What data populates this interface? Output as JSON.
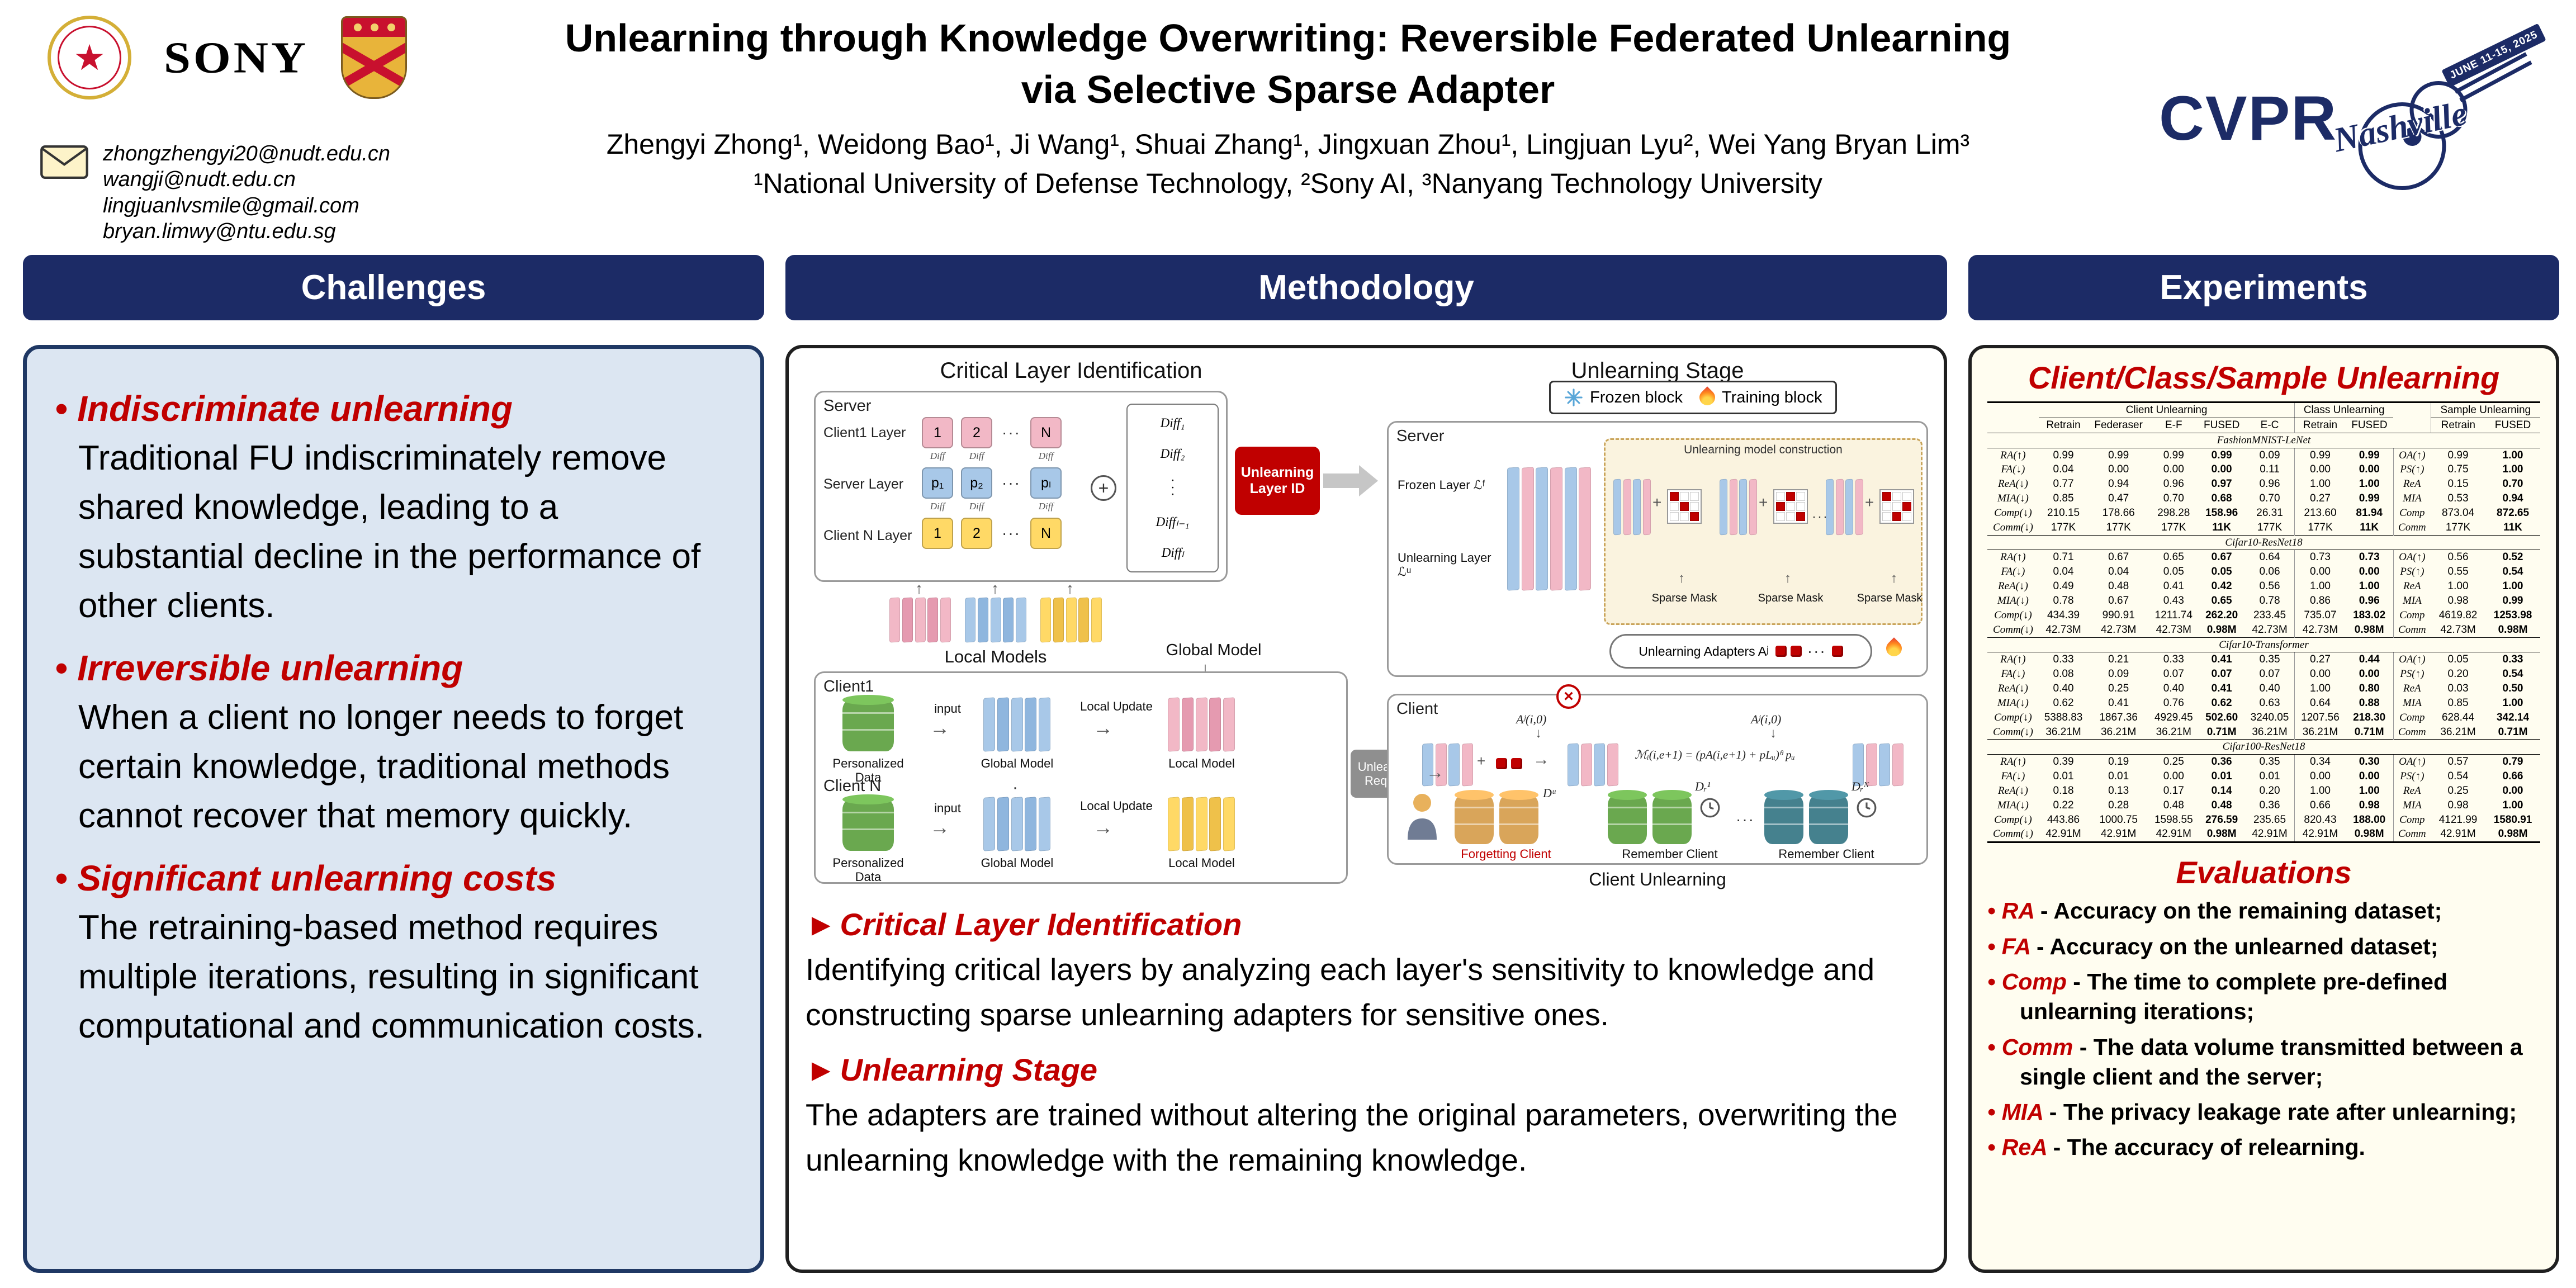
{
  "colors": {
    "navy": "#1c2b66",
    "accent_red": "#c00000",
    "challenges_bg": "#dce6f2",
    "challenges_border": "#1f3864",
    "experiments_bg": "#fffdf0",
    "pink": "#f2b8c6",
    "blue": "#a8c8e8",
    "yellow": "#ffd966",
    "green": "#6aa84f",
    "teal": "#45818e",
    "tan": "#d9a55a",
    "cream": "#faf3df"
  },
  "icons": {
    "star": "★",
    "envelope": "✉",
    "snowflake": "❄",
    "flame": "🔥",
    "clock": "🕓",
    "person": "👤",
    "plus": "+",
    "cross": "×",
    "arrow_right": "→",
    "arrow_down": "↓",
    "arrow_up": "↑",
    "hdots": "···",
    "vdots": "·\n·\n·"
  },
  "header": {
    "emails": [
      "zhongzhengyi20@nudt.edu.cn",
      "wangji@nudt.edu.cn",
      "lingjuanlvsmile@gmail.com",
      "bryan.limwy@ntu.edu.sg"
    ],
    "sony_logo": "SONY",
    "title_line1": "Unlearning through Knowledge Overwriting: Reversible Federated Unlearning",
    "title_line2": "via Selective Sparse Adapter",
    "authors": "Zhengyi Zhong¹, Weidong Bao¹, Ji Wang¹, Shuai Zhang¹, Jingxuan Zhou¹, Lingjuan Lyu², Wei Yang Bryan Lim³",
    "affiliations": "¹National University of Defense Technology,  ²Sony AI,  ³Nanyang Technology University",
    "cvpr": {
      "name": "CVPR",
      "city": "Nashville",
      "dates": "JUNE 11-15, 2025"
    }
  },
  "sections": {
    "challenges": {
      "title": "Challenges",
      "bullet": "•",
      "items": [
        {
          "term": "Indiscriminate unlearning",
          "body": "Traditional FU indiscriminately remove shared knowledge, leading to a substantial decline in the performance of other clients."
        },
        {
          "term": "Irreversible unlearning",
          "body": "When a client no longer needs to forget certain knowledge, traditional methods cannot recover that memory quickly."
        },
        {
          "term": "Significant unlearning costs",
          "body": "The retraining-based method requires multiple iterations, resulting in significant computational and communication costs."
        }
      ]
    },
    "methodology": {
      "title": "Methodology",
      "bullet": "►",
      "text_sections": [
        {
          "heading": "Critical Layer Identification",
          "body": "Identifying critical layers by analyzing each layer's sensitivity to knowledge and constructing sparse unlearning adapters for sensitive ones."
        },
        {
          "heading": "Unlearning Stage",
          "body": "The adapters are trained without altering the original parameters, overwriting the unlearning knowledge with the remaining knowledge."
        }
      ],
      "diagram": {
        "left_title": "Critical Layer Identification",
        "right_title": "Unlearning Stage",
        "server_label": "Server",
        "client_label": "Client",
        "client1_layer": "Client1 Layer",
        "server_layer": "Server Layer",
        "clientn_layer": "Client N Layer",
        "chip_rows": [
          {
            "palette": "pink",
            "labels": [
              "1",
              "2",
              "⋯",
              "N"
            ]
          },
          {
            "palette": "blue",
            "labels": [
              "p₁",
              "p₂",
              "⋯",
              "pₗ"
            ]
          },
          {
            "palette": "yellow",
            "labels": [
              "1",
              "2",
              "⋯",
              "N"
            ]
          }
        ],
        "diff_mark": "Diff",
        "diff_list": [
          "Diff₁",
          "Diff₂",
          "⋮",
          "Diffₗ₋₁",
          "Diffₗ"
        ],
        "unlearning_layer_id": "Unlearning Layer ID",
        "local_models": "Local Models",
        "global_model": "Global Model",
        "client1": "Client1",
        "client_n": "Client N",
        "personalized_data": "Personalized Data",
        "input": "input",
        "local_update": "Local Update",
        "local_model": "Local Model",
        "legend_frozen": "Frozen block",
        "legend_training": "Training block",
        "frozen_layer": "Frozen Layer ℒᶠ",
        "unlearning_layer": "Unlearning Layer ℒᵘ",
        "construction": "Unlearning model construction",
        "sparse_mask": "Sparse Mask",
        "mask_patterns": [
          [
            1,
            0,
            0,
            0,
            1,
            0,
            0,
            0,
            1
          ],
          [
            0,
            1,
            0,
            1,
            0,
            0,
            0,
            0,
            1
          ],
          [
            1,
            0,
            0,
            0,
            0,
            1,
            0,
            1,
            0
          ]
        ],
        "adapters": "Unlearning Adapters Aʲ",
        "adapter_tag": "Aʲ(i,0)",
        "equation": "ℳᵢ(i,e+1) = (pA(i,e+1) + pLᵤ)ᶿ pᵤ",
        "unlearning_request": "Unlearning Request",
        "forgetting_client": "Forgetting Client",
        "remember_client": "Remember Client",
        "d_u": "Dᵘ",
        "d_r1": "Dᵣ¹",
        "d_rn": "Dᵣᴺ",
        "caption": "Client Unlearning"
      }
    },
    "experiments": {
      "title": "Experiments",
      "subtitle": "Client/Class/Sample Unlearning",
      "table": {
        "groups_header": [
          "Client Unlearning",
          "Class Unlearning",
          "Sample Unlearning"
        ],
        "client_cols": [
          "Retrain",
          "Federaser",
          "E-F",
          "FUSED",
          "E-C"
        ],
        "class_cols": [
          "Retrain",
          "FUSED"
        ],
        "sample_cols": [
          "Retrain",
          "FUSED"
        ],
        "datasets": [
          {
            "name": "FashionMNIST-LeNet",
            "rows": [
              {
                "metric": "RA(↑)",
                "client": [
                  "0.99",
                  "0.99",
                  "0.99",
                  "0.99",
                  "0.09"
                ],
                "class": [
                  "0.99",
                  "0.99"
                ],
                "sample_metric": "OA(↑)",
                "sample": [
                  "0.99",
                  "1.00"
                ]
              },
              {
                "metric": "FA(↓)",
                "client": [
                  "0.04",
                  "0.00",
                  "0.00",
                  "0.00",
                  "0.11"
                ],
                "class": [
                  "0.00",
                  "0.00"
                ],
                "sample_metric": "PS(↑)",
                "sample": [
                  "0.75",
                  "1.00"
                ]
              },
              {
                "metric": "ReA(↓)",
                "client": [
                  "0.77",
                  "0.94",
                  "0.96",
                  "0.97",
                  "0.96"
                ],
                "class": [
                  "1.00",
                  "1.00"
                ],
                "sample_metric": "ReA",
                "sample": [
                  "0.15",
                  "0.70"
                ]
              },
              {
                "metric": "MIA(↓)",
                "client": [
                  "0.85",
                  "0.47",
                  "0.70",
                  "0.68",
                  "0.70"
                ],
                "class": [
                  "0.27",
                  "0.99"
                ],
                "sample_metric": "MIA",
                "sample": [
                  "0.53",
                  "0.94"
                ]
              },
              {
                "metric": "Comp(↓)",
                "client": [
                  "210.15",
                  "178.66",
                  "298.28",
                  "158.96",
                  "26.31"
                ],
                "class": [
                  "213.60",
                  "81.94"
                ],
                "sample_metric": "Comp",
                "sample": [
                  "873.04",
                  "872.65"
                ]
              },
              {
                "metric": "Comm(↓)",
                "client": [
                  "177K",
                  "177K",
                  "177K",
                  "11K",
                  "177K"
                ],
                "class": [
                  "177K",
                  "11K"
                ],
                "sample_metric": "Comm",
                "sample": [
                  "177K",
                  "11K"
                ]
              }
            ]
          },
          {
            "name": "Cifar10-ResNet18",
            "rows": [
              {
                "metric": "RA(↑)",
                "client": [
                  "0.71",
                  "0.67",
                  "0.65",
                  "0.67",
                  "0.64"
                ],
                "class": [
                  "0.73",
                  "0.73"
                ],
                "sample_metric": "OA(↑)",
                "sample": [
                  "0.56",
                  "0.52"
                ]
              },
              {
                "metric": "FA(↓)",
                "client": [
                  "0.04",
                  "0.04",
                  "0.05",
                  "0.05",
                  "0.06"
                ],
                "class": [
                  "0.00",
                  "0.00"
                ],
                "sample_metric": "PS(↑)",
                "sample": [
                  "0.55",
                  "0.54"
                ]
              },
              {
                "metric": "ReA(↓)",
                "client": [
                  "0.49",
                  "0.48",
                  "0.41",
                  "0.42",
                  "0.56"
                ],
                "class": [
                  "1.00",
                  "1.00"
                ],
                "sample_metric": "ReA",
                "sample": [
                  "1.00",
                  "1.00"
                ]
              },
              {
                "metric": "MIA(↓)",
                "client": [
                  "0.78",
                  "0.67",
                  "0.43",
                  "0.65",
                  "0.78"
                ],
                "class": [
                  "0.86",
                  "0.96"
                ],
                "sample_metric": "MIA",
                "sample": [
                  "0.98",
                  "0.99"
                ]
              },
              {
                "metric": "Comp(↓)",
                "client": [
                  "434.39",
                  "990.91",
                  "1211.74",
                  "262.20",
                  "233.45"
                ],
                "class": [
                  "735.07",
                  "183.02"
                ],
                "sample_metric": "Comp",
                "sample": [
                  "4619.82",
                  "1253.98"
                ]
              },
              {
                "metric": "Comm(↓)",
                "client": [
                  "42.73M",
                  "42.73M",
                  "42.73M",
                  "0.98M",
                  "42.73M"
                ],
                "class": [
                  "42.73M",
                  "0.98M"
                ],
                "sample_metric": "Comm",
                "sample": [
                  "42.73M",
                  "0.98M"
                ]
              }
            ]
          },
          {
            "name": "Cifar10-Transformer",
            "rows": [
              {
                "metric": "RA(↑)",
                "client": [
                  "0.33",
                  "0.21",
                  "0.33",
                  "0.41",
                  "0.35"
                ],
                "class": [
                  "0.27",
                  "0.44"
                ],
                "sample_metric": "OA(↑)",
                "sample": [
                  "0.05",
                  "0.33"
                ]
              },
              {
                "metric": "FA(↓)",
                "client": [
                  "0.08",
                  "0.09",
                  "0.07",
                  "0.07",
                  "0.07"
                ],
                "class": [
                  "0.00",
                  "0.00"
                ],
                "sample_metric": "PS(↑)",
                "sample": [
                  "0.20",
                  "0.54"
                ]
              },
              {
                "metric": "ReA(↓)",
                "client": [
                  "0.40",
                  "0.25",
                  "0.40",
                  "0.41",
                  "0.40"
                ],
                "class": [
                  "1.00",
                  "0.80"
                ],
                "sample_metric": "ReA",
                "sample": [
                  "0.03",
                  "0.50"
                ]
              },
              {
                "metric": "MIA(↓)",
                "client": [
                  "0.62",
                  "0.41",
                  "0.76",
                  "0.62",
                  "0.63"
                ],
                "class": [
                  "0.64",
                  "0.88"
                ],
                "sample_metric": "MIA",
                "sample": [
                  "0.85",
                  "1.00"
                ]
              },
              {
                "metric": "Comp(↓)",
                "client": [
                  "5388.83",
                  "1867.36",
                  "4929.45",
                  "502.60",
                  "3240.05"
                ],
                "class": [
                  "1207.56",
                  "218.30"
                ],
                "sample_metric": "Comp",
                "sample": [
                  "628.44",
                  "342.14"
                ]
              },
              {
                "metric": "Comm(↓)",
                "client": [
                  "36.21M",
                  "36.21M",
                  "36.21M",
                  "0.71M",
                  "36.21M"
                ],
                "class": [
                  "36.21M",
                  "0.71M"
                ],
                "sample_metric": "Comm",
                "sample": [
                  "36.21M",
                  "0.71M"
                ]
              }
            ]
          },
          {
            "name": "Cifar100-ResNet18",
            "rows": [
              {
                "metric": "RA(↑)",
                "client": [
                  "0.39",
                  "0.19",
                  "0.25",
                  "0.36",
                  "0.35"
                ],
                "class": [
                  "0.34",
                  "0.30"
                ],
                "sample_metric": "OA(↑)",
                "sample": [
                  "0.57",
                  "0.79"
                ]
              },
              {
                "metric": "FA(↓)",
                "client": [
                  "0.01",
                  "0.01",
                  "0.00",
                  "0.01",
                  "0.01"
                ],
                "class": [
                  "0.00",
                  "0.00"
                ],
                "sample_metric": "PS(↑)",
                "sample": [
                  "0.54",
                  "0.66"
                ]
              },
              {
                "metric": "ReA(↓)",
                "client": [
                  "0.18",
                  "0.13",
                  "0.17",
                  "0.14",
                  "0.20"
                ],
                "class": [
                  "1.00",
                  "1.00"
                ],
                "sample_metric": "ReA",
                "sample": [
                  "0.25",
                  "0.00"
                ]
              },
              {
                "metric": "MIA(↓)",
                "client": [
                  "0.22",
                  "0.28",
                  "0.48",
                  "0.48",
                  "0.36"
                ],
                "class": [
                  "0.66",
                  "0.98"
                ],
                "sample_metric": "MIA",
                "sample": [
                  "0.98",
                  "1.00"
                ]
              },
              {
                "metric": "Comp(↓)",
                "client": [
                  "443.86",
                  "1000.75",
                  "1598.55",
                  "276.59",
                  "235.65"
                ],
                "class": [
                  "820.43",
                  "188.00"
                ],
                "sample_metric": "Comp",
                "sample": [
                  "4121.99",
                  "1580.91"
                ]
              },
              {
                "metric": "Comm(↓)",
                "client": [
                  "42.91M",
                  "42.91M",
                  "42.91M",
                  "0.98M",
                  "42.91M"
                ],
                "class": [
                  "42.91M",
                  "0.98M"
                ],
                "sample_metric": "Comm",
                "sample": [
                  "42.91M",
                  "0.98M"
                ]
              }
            ]
          }
        ]
      },
      "evaluations": {
        "title": "Evaluations",
        "bullet": "•",
        "items": [
          {
            "term": "RA",
            "desc": "- Accuracy on the remaining dataset;"
          },
          {
            "term": "FA",
            "desc": "- Accuracy on the unlearned dataset;"
          },
          {
            "term": "Comp",
            "desc": "- The time to complete pre-defined unlearning iterations;"
          },
          {
            "term": "Comm",
            "desc": "- The data volume transmitted between a single client and the server;"
          },
          {
            "term": "MIA",
            "desc": "- The privacy leakage rate after unlearning;"
          },
          {
            "term": "ReA",
            "desc": "- The accuracy of relearning."
          }
        ]
      }
    }
  }
}
